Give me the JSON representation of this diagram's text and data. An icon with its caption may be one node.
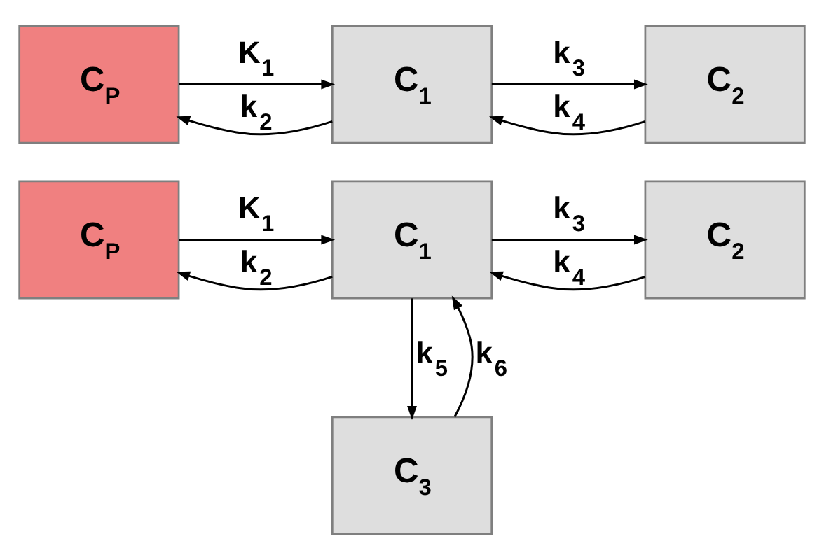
{
  "diagram": {
    "nodes": [
      {
        "text": [
          "C$_{P}$"
        ]
      },
      {
        "text": [
          "C$_{1}$"
        ]
      },
      {
        "text": [
          "C$_{2}$"
        ]
      },
      {
        "text": [
          "C$_{P}$"
        ]
      },
      {
        "text": [
          "C$_{1}$"
        ]
      },
      {
        "text": [
          "C$_{2}$"
        ]
      },
      {
        "text": [
          "C$_{3}$"
        ]
      }
    ],
    "edges": [
      {
        "from": 0,
        "to": 1,
        "arrow": "to",
        "label": "K$_{1}$"
      },
      {
        "from": 1,
        "to": 0,
        "arrow": "to",
        "label": "k$_{2}$"
      },
      {
        "from": 1,
        "to": 2,
        "arrow": "to",
        "label": "k$_{3}$"
      },
      {
        "from": 2,
        "to": 1,
        "arrow": "to",
        "label": "k$_{4}$"
      },
      {
        "from": 3,
        "to": 4,
        "arrow": "to",
        "label": "K$_{1}$"
      },
      {
        "from": 4,
        "to": 3,
        "arrow": "to",
        "label": "k$_{2}$"
      },
      {
        "from": 4,
        "to": 5,
        "arrow": "to",
        "label": "k$_{3}$"
      },
      {
        "from": 5,
        "to": 4,
        "arrow": "to",
        "label": "k$_{4}$"
      },
      {
        "from": 4,
        "to": 6,
        "arrow": "to",
        "label": "k$_{5}$"
      },
      {
        "from": 6,
        "to": 4,
        "arrow": "to",
        "label": "k$_{6}$"
      }
    ]
  }
}
